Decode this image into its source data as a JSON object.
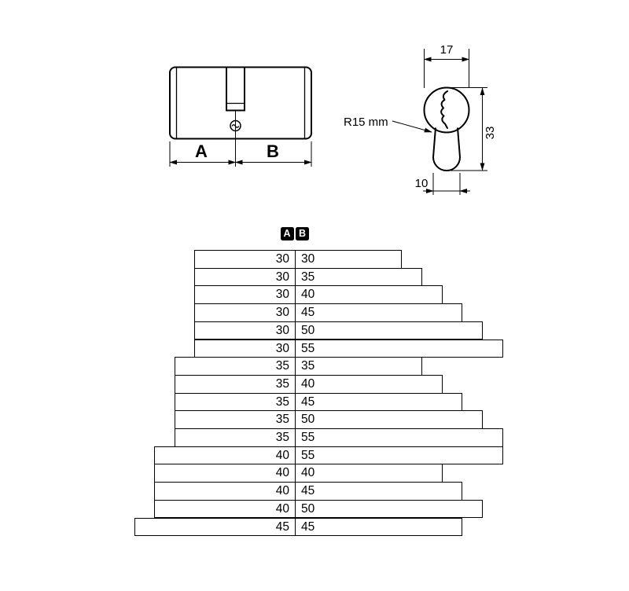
{
  "colors": {
    "ink": "#000000",
    "background": "#ffffff"
  },
  "side_view": {
    "label_a": "A",
    "label_b": "B"
  },
  "front_view": {
    "width_dim": "17",
    "height_dim": "33",
    "bottom_dim": "10",
    "radius_label": "R15 mm"
  },
  "size_chart": {
    "header_a": "A",
    "header_b": "B",
    "rows": [
      {
        "a": 30,
        "b": 30
      },
      {
        "a": 30,
        "b": 35
      },
      {
        "a": 30,
        "b": 40
      },
      {
        "a": 30,
        "b": 45
      },
      {
        "a": 30,
        "b": 50
      },
      {
        "a": 30,
        "b": 55
      },
      {
        "a": 35,
        "b": 35
      },
      {
        "a": 35,
        "b": 40
      },
      {
        "a": 35,
        "b": 45
      },
      {
        "a": 35,
        "b": 50
      },
      {
        "a": 35,
        "b": 55
      },
      {
        "a": 40,
        "b": 55
      },
      {
        "a": 40,
        "b": 40
      },
      {
        "a": 40,
        "b": 45
      },
      {
        "a": 40,
        "b": 50
      },
      {
        "a": 45,
        "b": 45
      }
    ]
  }
}
